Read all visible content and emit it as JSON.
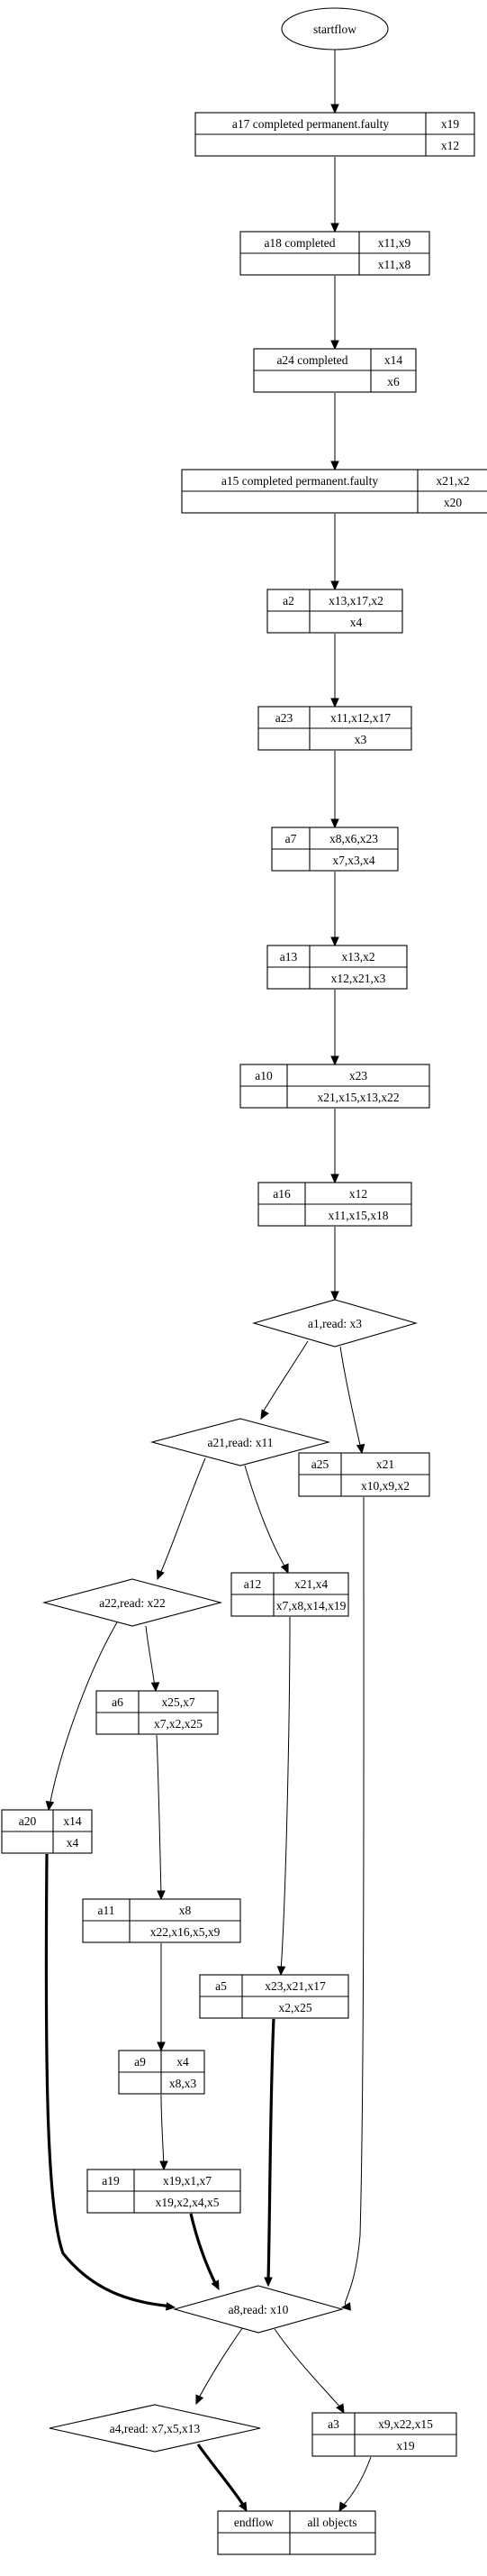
{
  "start": {
    "label": "startflow"
  },
  "tasks": [
    {
      "id": "t17",
      "name": "a17 completed permanent.faulty",
      "top": "x19",
      "bottom": "x12"
    },
    {
      "id": "t18",
      "name": "a18 completed",
      "top": "x11,x9",
      "bottom": "x11,x8"
    },
    {
      "id": "t24",
      "name": "a24 completed",
      "top": "x14",
      "bottom": "x6"
    },
    {
      "id": "t15",
      "name": "a15 completed permanent.faulty",
      "top": "x21,x2",
      "bottom": "x20"
    },
    {
      "id": "t2",
      "name": "a2",
      "top": "x13,x17,x2",
      "bottom": "x4"
    },
    {
      "id": "t23",
      "name": "a23",
      "top": "x11,x12,x17",
      "bottom": "x3"
    },
    {
      "id": "t7",
      "name": "a7",
      "top": "x8,x6,x23",
      "bottom": "x7,x3,x4"
    },
    {
      "id": "t13",
      "name": "a13",
      "top": "x13,x2",
      "bottom": "x12,x21,x3"
    },
    {
      "id": "t10",
      "name": "a10",
      "top": "x23",
      "bottom": "x21,x15,x13,x22"
    },
    {
      "id": "t16",
      "name": "a16",
      "top": "x12",
      "bottom": "x11,x15,x18"
    },
    {
      "id": "t25",
      "name": "a25",
      "top": "x21",
      "bottom": "x10,x9,x2"
    },
    {
      "id": "t12",
      "name": "a12",
      "top": "x21,x4",
      "bottom": "x7,x8,x14,x19"
    },
    {
      "id": "t6",
      "name": "a6",
      "top": "x25,x7",
      "bottom": "x7,x2,x25"
    },
    {
      "id": "t20",
      "name": "a20",
      "top": "x14",
      "bottom": "x4"
    },
    {
      "id": "t11",
      "name": "a11",
      "top": "x8",
      "bottom": "x22,x16,x5,x9"
    },
    {
      "id": "t5",
      "name": "a5",
      "top": "x23,x21,x17",
      "bottom": "x2,x25"
    },
    {
      "id": "t9",
      "name": "a9",
      "top": "x4",
      "bottom": "x8,x3"
    },
    {
      "id": "t19",
      "name": "a19",
      "top": "x19,x1,x7",
      "bottom": "x19,x2,x4,x5"
    },
    {
      "id": "t3",
      "name": "a3",
      "top": "x9,x22,x15",
      "bottom": "x19"
    }
  ],
  "decisions": [
    {
      "id": "d1",
      "label": "a1,read: x3"
    },
    {
      "id": "d21",
      "label": "a21,read: x11"
    },
    {
      "id": "d22",
      "label": "a22,read: x22"
    },
    {
      "id": "d8",
      "label": "a8,read: x10"
    },
    {
      "id": "d4",
      "label": "a4,read: x7,x5,x13"
    }
  ],
  "end": {
    "left": "endflow",
    "right": "all objects"
  }
}
